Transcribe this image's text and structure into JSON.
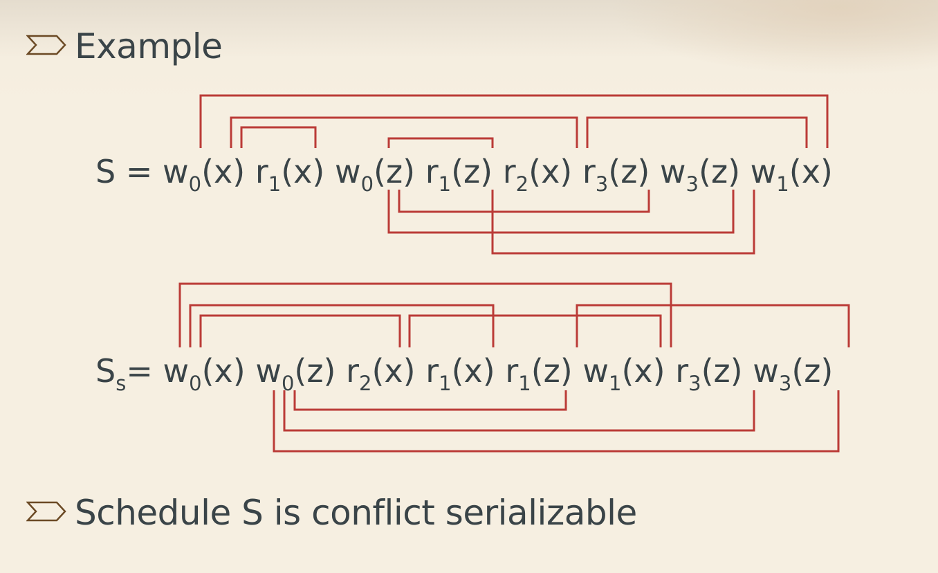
{
  "bullets": {
    "example": "Example",
    "conclusion": "Schedule S is conflict serializable"
  },
  "schedules": [
    {
      "name": "S",
      "name_sub": "",
      "eq": " = ",
      "operations": [
        {
          "op": "w",
          "txn": "0",
          "item": "x"
        },
        {
          "op": "r",
          "txn": "1",
          "item": "x"
        },
        {
          "op": "w",
          "txn": "0",
          "item": "z"
        },
        {
          "op": "r",
          "txn": "1",
          "item": "z"
        },
        {
          "op": "r",
          "txn": "2",
          "item": "x"
        },
        {
          "op": "r",
          "txn": "3",
          "item": "z"
        },
        {
          "op": "w",
          "txn": "3",
          "item": "z"
        },
        {
          "op": "w",
          "txn": "1",
          "item": "x"
        }
      ]
    },
    {
      "name": "S",
      "name_sub": "s",
      "eq": "= ",
      "operations": [
        {
          "op": "w",
          "txn": "0",
          "item": "x"
        },
        {
          "op": "w",
          "txn": "0",
          "item": "z"
        },
        {
          "op": "r",
          "txn": "2",
          "item": "x"
        },
        {
          "op": "r",
          "txn": "1",
          "item": "x"
        },
        {
          "op": "r",
          "txn": "1",
          "item": "z"
        },
        {
          "op": "w",
          "txn": "1",
          "item": "x"
        },
        {
          "op": "r",
          "txn": "3",
          "item": "z"
        },
        {
          "op": "w",
          "txn": "3",
          "item": "z"
        }
      ]
    }
  ],
  "colors": {
    "connector": "#bb3b37",
    "text": "#3a4448",
    "background": "#f6efe1"
  },
  "icons": {
    "bullet": "chevron-arrow-icon"
  }
}
